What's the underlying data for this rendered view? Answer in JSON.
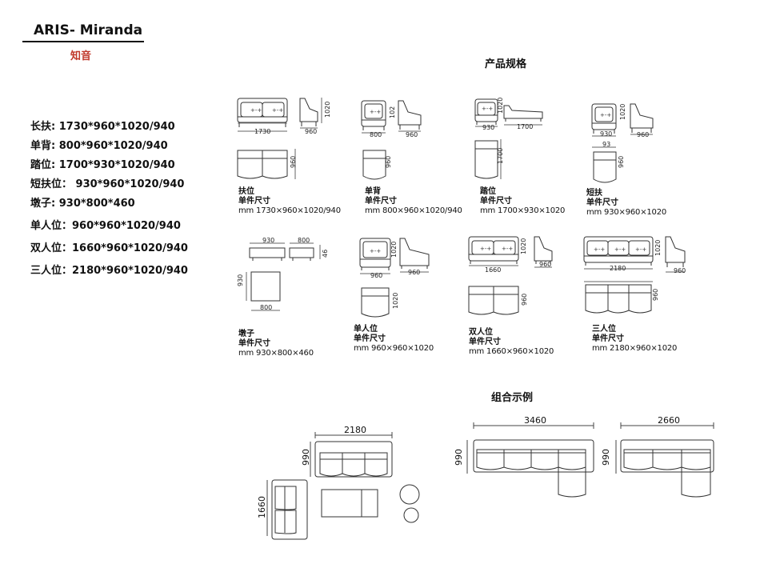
{
  "header": {
    "title": "ARIS- Miranda",
    "subtitle": "知音",
    "accent_color": "#c0392b"
  },
  "sections": {
    "specs": "产品规格",
    "combos": "组合示例"
  },
  "spec_list": [
    "长扶: 1730*960*1020/940",
    "单背: 800*960*1020/940",
    "踏位: 1700*930*1020/940",
    "短扶位： 930*960*1020/940",
    "墩子: 930*800*460",
    "单人位：960*960*1020/940",
    "双人位：1660*960*1020/940",
    "三人位：2180*960*1020/940"
  ],
  "products": [
    {
      "name": "扶位",
      "label": "单件尺寸",
      "dims": "mm  1730×960×1020/940",
      "d": [
        "1730",
        "960",
        "1020",
        "960"
      ]
    },
    {
      "name": "单背",
      "label": "单件尺寸",
      "dims": "mm  800×960×1020/940",
      "d": [
        "800",
        "960",
        "102",
        "960"
      ]
    },
    {
      "name": "踏位",
      "label": "单件尺寸",
      "dims": "mm  1700×930×1020",
      "d": [
        "930",
        "1700",
        "1020",
        "1700"
      ]
    },
    {
      "name": "短扶",
      "label": "单件尺寸",
      "dims": "mm  930×960×1020",
      "d": [
        "930",
        "960",
        "1020",
        "93",
        "960"
      ]
    },
    {
      "name": "墩子",
      "label": "单件尺寸",
      "dims": "mm  930×800×460",
      "d": [
        "930",
        "800",
        "46",
        "930",
        "800"
      ]
    },
    {
      "name": "单人位",
      "label": "单件尺寸",
      "dims": "mm  960×960×1020",
      "d": [
        "960",
        "960",
        "1020",
        "1020"
      ]
    },
    {
      "name": "双人位",
      "label": "单件尺寸",
      "dims": "mm  1660×960×1020",
      "d": [
        "1660",
        "960",
        "1020",
        "960"
      ]
    },
    {
      "name": "三人位",
      "label": "单件尺寸",
      "dims": "mm  2180×960×1020",
      "d": [
        "2180",
        "960",
        "1020",
        "960"
      ]
    }
  ],
  "combos": {
    "left": {
      "width": "2180",
      "depth": "990",
      "side": "1660"
    },
    "middle": {
      "width": "3460",
      "depth": "990"
    },
    "right": {
      "width": "2660",
      "depth": "990"
    }
  }
}
